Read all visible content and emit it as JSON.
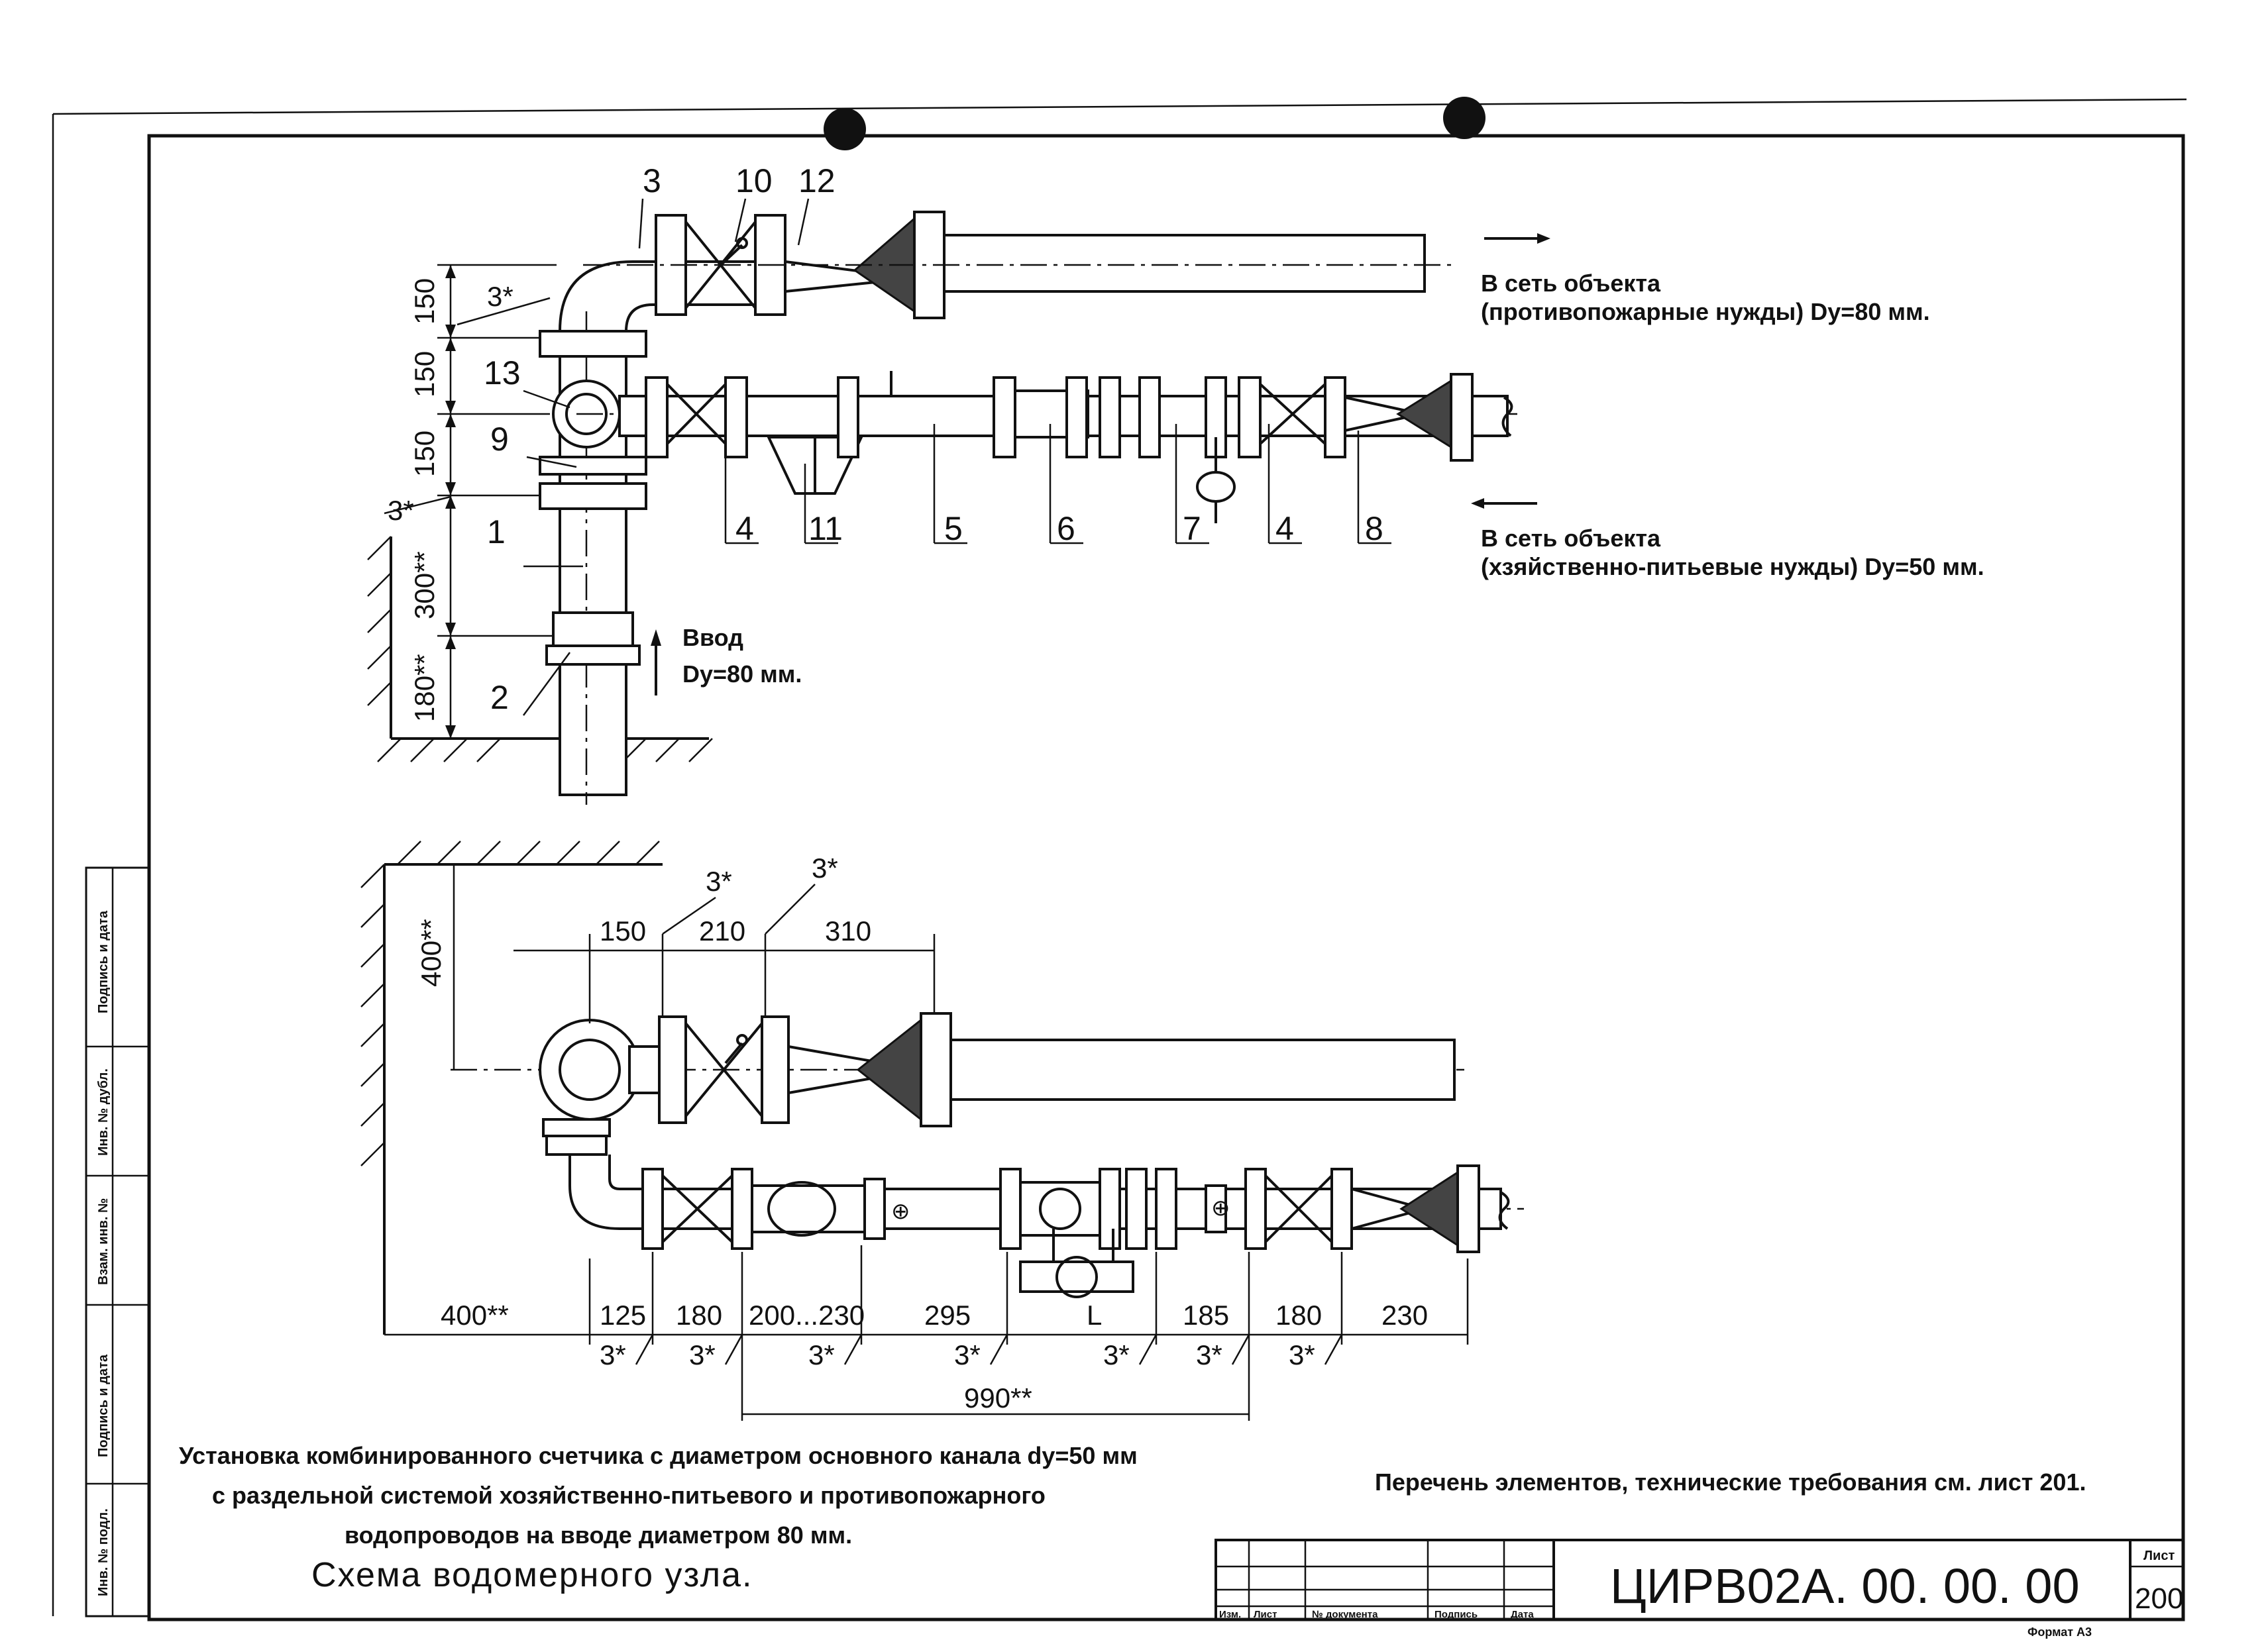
{
  "labels": {
    "n3": "3",
    "n10": "10",
    "n12": "12",
    "n13": "13",
    "n9": "9",
    "n1": "1",
    "n2": "2",
    "n4a": "4",
    "n11": "11",
    "n5": "5",
    "n6": "6",
    "n7": "7",
    "n4b": "4",
    "n8": "8"
  },
  "dims_top": {
    "d150a": "150",
    "d150b": "150",
    "d150c": "150",
    "d300": "300**",
    "d180": "180**",
    "g3a": "3*",
    "g3b": "3*"
  },
  "dims_bottom": {
    "d400v": "400**",
    "d150": "150",
    "d210": "210",
    "d310": "310",
    "g3a": "3*",
    "g3b": "3*",
    "row": [
      "400**",
      "125",
      "180",
      "200...230",
      "295",
      "L",
      "185",
      "180",
      "230"
    ],
    "gaps": [
      "3*",
      "3*",
      "3*",
      "3*",
      "3*",
      "3*",
      "3*"
    ],
    "total": "990**"
  },
  "notes": {
    "vvod_1": "Ввод",
    "vvod_2": "Dy=80 мм.",
    "fire_1": "В сеть объекта",
    "fire_2": "(противопожарные нужды) Dy=80 мм.",
    "house_1": "В сеть объекта",
    "house_2": "(хзяйственно-питьевые нужды) Dy=50 мм."
  },
  "caption": {
    "line1": "Установка комбинированного счетчика с диаметром основного канала dy=50 мм",
    "line2": "с раздельной  системой хозяйственно-питьевого и противопожарного",
    "line3": "водопроводов на вводе диаметром 80 мм.",
    "title": "Схема водомерного узла."
  },
  "reference": "Перечень элементов, технические требования см. лист 201.",
  "title_block": {
    "cols": [
      "Изм.",
      "Лист",
      "№ документа",
      "Подпись",
      "Дата"
    ],
    "designation": "ЦИРВ02А. 00. 00. 00",
    "sheet_label": "Лист",
    "sheet_no": "200",
    "format": "Формат А3"
  },
  "side_stamp": [
    "Подпись и дата",
    "Инв. № дубл.",
    "Взам. инв. №",
    "Подпись и дата",
    "Инв. № подл."
  ]
}
